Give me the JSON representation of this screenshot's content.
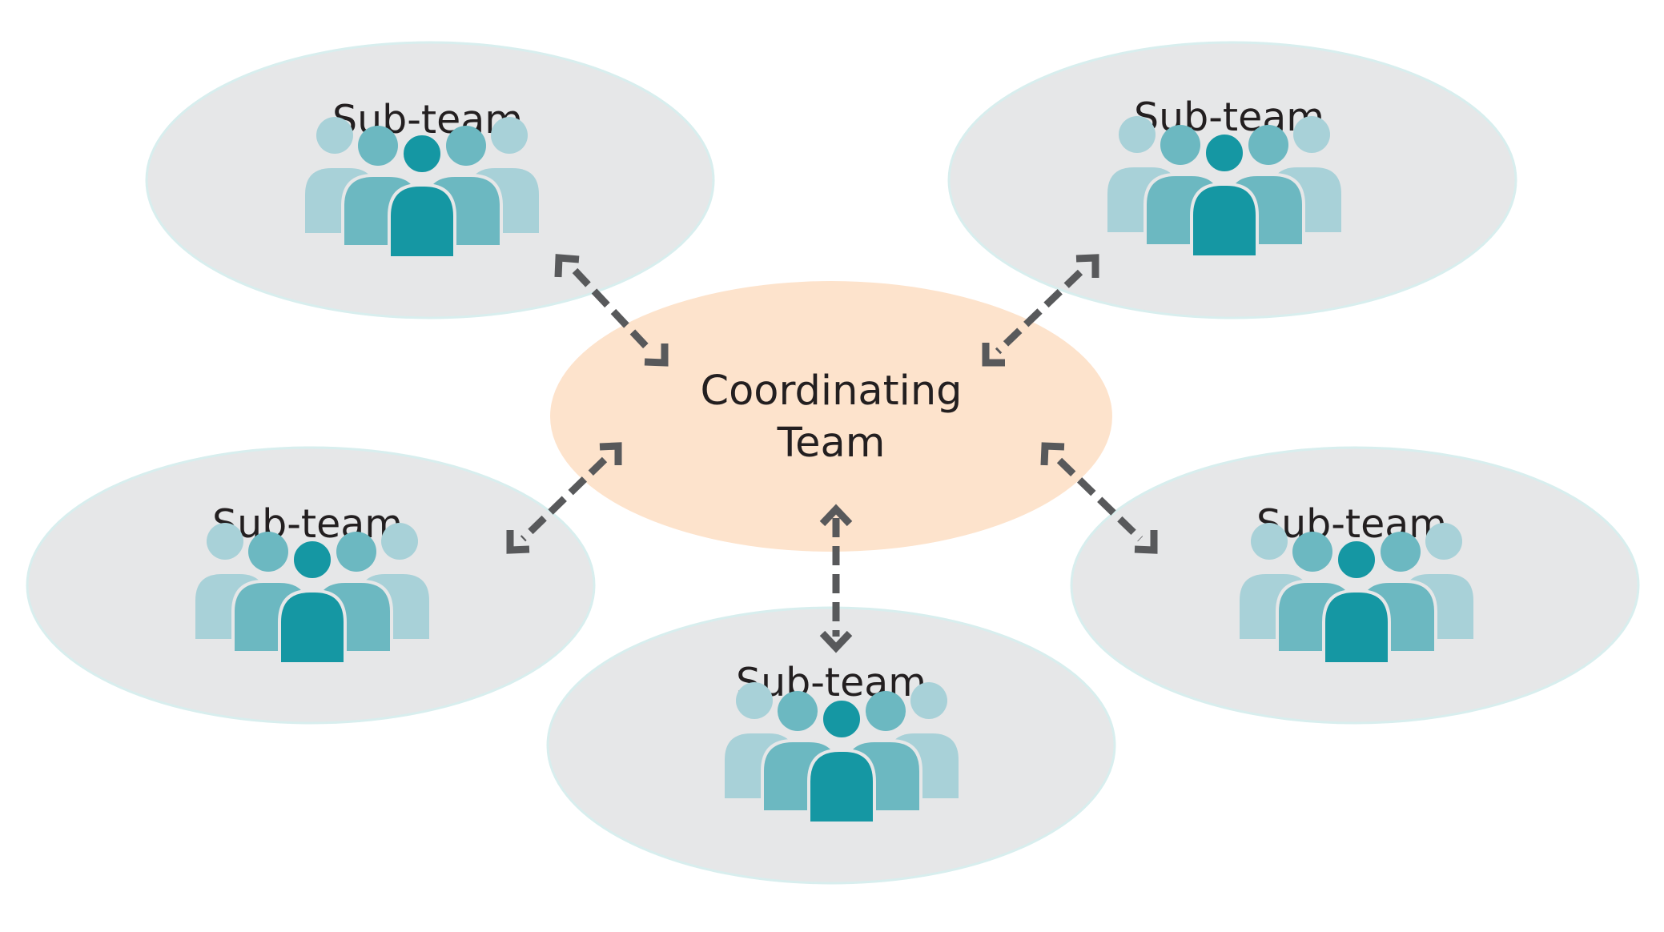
{
  "colors": {
    "background": "#ffffff",
    "subteam_fill": "#e6e7e8",
    "subteam_stroke": "#d8eeee",
    "coordinating_fill": "#fde3cc",
    "arrow": "#58595b",
    "person_light": "#a8d1d8",
    "person_mid": "#6cb8c1",
    "person_dark": "#1597a3",
    "text": "#231f20"
  },
  "icons": {
    "team": "people-group-icon",
    "connector": "double-headed-dashed-arrow"
  },
  "diagram": {
    "center": {
      "line1": "Coordinating",
      "line2": "Team"
    },
    "subteams": [
      {
        "label": "Sub-team"
      },
      {
        "label": "Sub-team"
      },
      {
        "label": "Sub-team"
      },
      {
        "label": "Sub-team"
      },
      {
        "label": "Sub-team"
      }
    ]
  }
}
